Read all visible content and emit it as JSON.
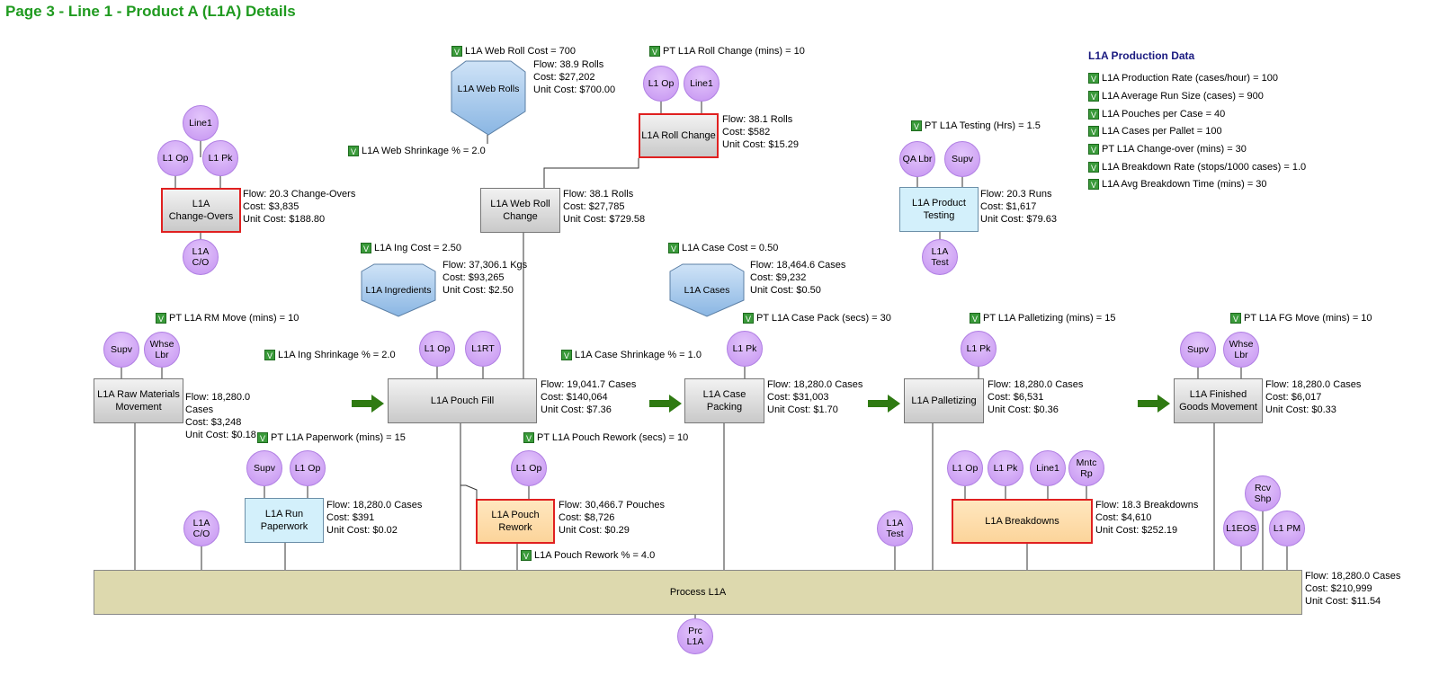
{
  "title": "Page 3 - Line 1 - Product A (L1A) Details",
  "colors": {
    "title": "#1f9a1f",
    "red_border": "#e02020",
    "resource": "#c593f1",
    "param_check": "#3a9a3a"
  },
  "check_label": "V",
  "production_data": {
    "title": "L1A Production Data",
    "items": [
      "L1A Production Rate (cases/hour) = 100",
      "L1A Average Run Size (cases) = 900",
      "L1A Pouches per Case = 40",
      "L1A Cases per Pallet = 100",
      "PT L1A Change-over (mins) = 30",
      "L1A Breakdown Rate (stops/1000 cases) = 1.0",
      "L1A Avg Breakdown Time (mins) = 30"
    ]
  },
  "params": {
    "web_roll_cost": "L1A Web Roll Cost = 700",
    "roll_change": "PT L1A Roll Change (mins) = 10",
    "web_shrinkage": "L1A Web Shrinkage % = 2.0",
    "testing": "PT L1A Testing (Hrs) = 1.5",
    "ing_cost": "L1A Ing Cost = 2.50",
    "case_cost": "L1A Case Cost = 0.50",
    "rm_move": "PT L1A RM Move (mins) = 10",
    "case_pack": "PT L1A Case Pack (secs) = 30",
    "palletizing": "PT L1A Palletizing (mins) = 15",
    "fg_move": "PT L1A FG Move (mins) = 10",
    "ing_shrinkage": "L1A Ing Shrinkage % = 2.0",
    "case_shrinkage": "L1A Case Shrinkage % = 1.0",
    "paperwork": "PT L1A Paperwork (mins) = 15",
    "pouch_rework": "PT L1A Pouch Rework (secs) = 10",
    "pouch_rework_pct": "L1A Pouch Rework % = 4.0"
  },
  "nodes": {
    "web_rolls": {
      "label": "L1A Web Rolls",
      "flow": "Flow: 38.9 Rolls",
      "cost": "Cost: $27,202",
      "unit": "Unit Cost: $700.00"
    },
    "roll_change": {
      "label": "L1A Roll Change",
      "flow": "Flow: 38.1 Rolls",
      "cost": "Cost: $582",
      "unit": "Unit Cost: $15.29"
    },
    "change_overs": {
      "label": "L1A\nChange-Overs",
      "flow": "Flow: 20.3 Change-Overs",
      "cost": "Cost: $3,835",
      "unit": "Unit Cost: $188.80"
    },
    "web_roll_change": {
      "label": "L1A Web Roll\nChange",
      "flow": "Flow: 38.1 Rolls",
      "cost": "Cost: $27,785",
      "unit": "Unit Cost: $729.58"
    },
    "product_testing": {
      "label": "L1A Product\nTesting",
      "flow": "Flow: 20.3 Runs",
      "cost": "Cost: $1,617",
      "unit": "Unit Cost: $79.63"
    },
    "ingredients": {
      "label": "L1A Ingredients",
      "flow": "Flow: 37,306.1 Kgs",
      "cost": "Cost: $93,265",
      "unit": "Unit Cost: $2.50"
    },
    "cases": {
      "label": "L1A Cases",
      "flow": "Flow: 18,464.6 Cases",
      "cost": "Cost: $9,232",
      "unit": "Unit Cost: $0.50"
    },
    "raw_materials": {
      "label": "L1A Raw Materials\nMovement",
      "flow": "Flow: 18,280.0\nCases",
      "cost": "Cost: $3,248",
      "unit": "Unit Cost: $0.18"
    },
    "pouch_fill": {
      "label": "L1A Pouch Fill",
      "flow": "Flow: 19,041.7 Cases",
      "cost": "Cost: $140,064",
      "unit": "Unit Cost: $7.36"
    },
    "case_packing": {
      "label": "L1A Case\nPacking",
      "flow": "Flow: 18,280.0 Cases",
      "cost": "Cost: $31,003",
      "unit": "Unit Cost: $1.70"
    },
    "palletizing": {
      "label": "L1A Palletizing",
      "flow": "Flow: 18,280.0 Cases",
      "cost": "Cost: $6,531",
      "unit": "Unit Cost: $0.36"
    },
    "finished_goods": {
      "label": "L1A Finished\nGoods Movement",
      "flow": "Flow: 18,280.0 Cases",
      "cost": "Cost: $6,017",
      "unit": "Unit Cost: $0.33"
    },
    "run_paperwork": {
      "label": "L1A  Run\nPaperwork",
      "flow": "Flow: 18,280.0 Cases",
      "cost": "Cost: $391",
      "unit": "Unit Cost: $0.02"
    },
    "pouch_rework": {
      "label": "L1A Pouch\nRework",
      "flow": "Flow: 30,466.7 Pouches",
      "cost": "Cost: $8,726",
      "unit": "Unit Cost: $0.29"
    },
    "breakdowns": {
      "label": "L1A Breakdowns",
      "flow": "Flow: 18.3 Breakdowns",
      "cost": "Cost: $4,610",
      "unit": "Unit Cost: $252.19"
    },
    "process": {
      "label": "Process L1A",
      "flow": "Flow: 18,280.0 Cases",
      "cost": "Cost: $210,999",
      "unit": "Unit Cost: $11.54"
    }
  },
  "resources": {
    "l1op": "L1 Op",
    "line1": "Line1",
    "l1pk": "L1 Pk",
    "l1a_co": "L1A\nC/O",
    "qa_lbr": "QA Lbr",
    "supv": "Supv",
    "l1a_test": "L1A\nTest",
    "whse_lbr": "Whse\nLbr",
    "l1rt": "L1RT",
    "mntc_rp": "Mntc\nRp",
    "rcv_shp": "Rcv\nShp",
    "l1eos": "L1EOS",
    "l1pm": "L1 PM",
    "prc_l1a": "Prc\nL1A"
  }
}
